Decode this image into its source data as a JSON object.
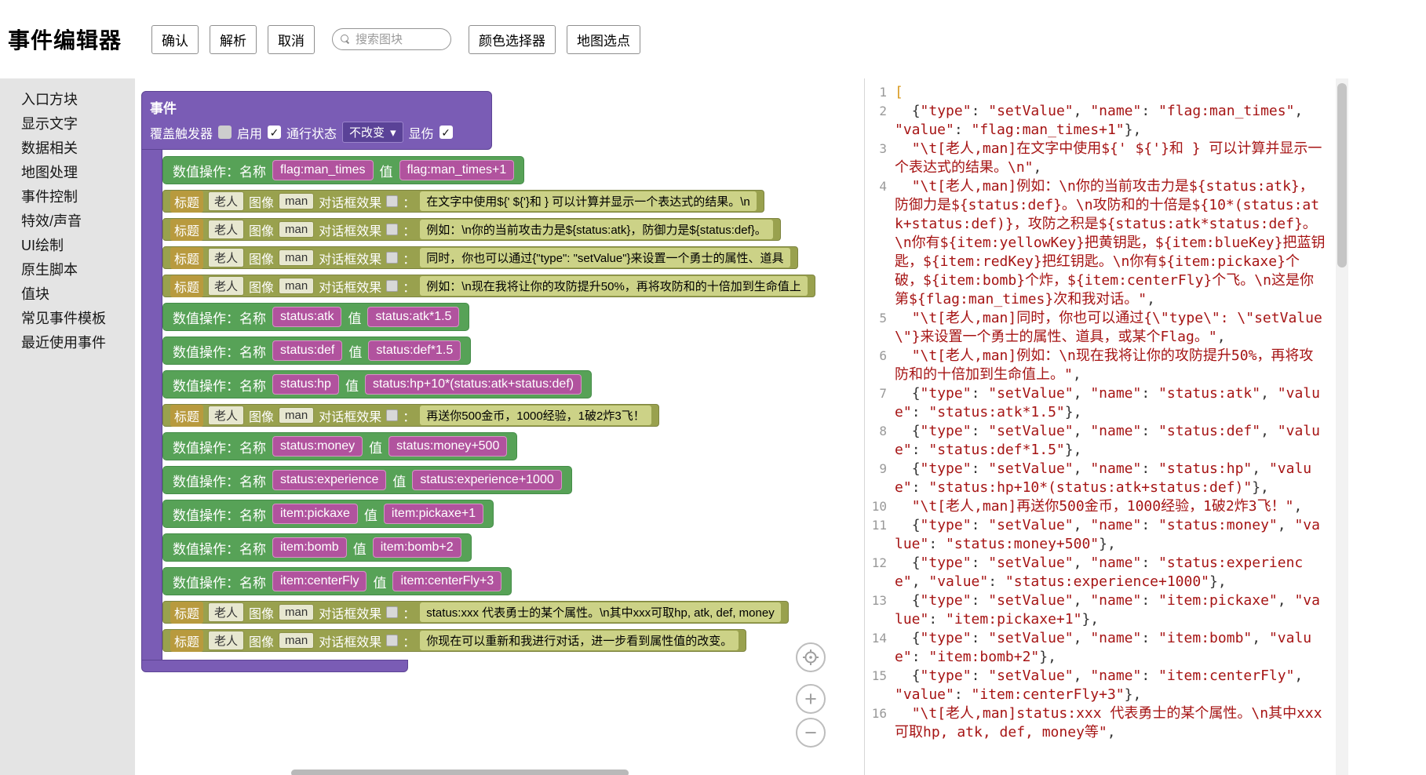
{
  "header": {
    "title": "事件编辑器",
    "confirm": "确认",
    "parse": "解析",
    "cancel": "取消",
    "search_placeholder": "搜索图块",
    "color_picker": "颜色选择器",
    "map_pick": "地图选点"
  },
  "icons": {
    "check": "✓",
    "dropdown_arrow": "▾",
    "plus": "+",
    "minus": "−"
  },
  "sidebar": {
    "items": [
      "入口方块",
      "显示文字",
      "数据相关",
      "地图处理",
      "事件控制",
      "特效/声音",
      "UI绘制",
      "原生脚本",
      "值块",
      "常见事件模板",
      "最近使用事件"
    ]
  },
  "workspace": {
    "event_block": {
      "title": "事件",
      "override_trigger_label": "覆盖触发器",
      "enabled_label": "启用",
      "pass_state_label": "通行状态",
      "pass_state_value": "不改变",
      "display_damage_label": "显伤"
    },
    "labels": {
      "setvalue": "数值操作：名称",
      "value": "值",
      "title": "标题",
      "image": "图像",
      "dialog_effect": "对话框效果",
      "colon": "："
    },
    "blocks": [
      {
        "kind": "setValue",
        "name": "flag:man_times",
        "value": "flag:man_times+1"
      },
      {
        "kind": "dialogue",
        "title": "老人",
        "image": "man",
        "text": "在文字中使用${' ${'}和 } 可以计算并显示一个表达式的结果。\\n"
      },
      {
        "kind": "dialogue",
        "title": "老人",
        "image": "man",
        "text": "例如：\\n你的当前攻击力是${status:atk}，防御力是${status:def}。"
      },
      {
        "kind": "dialogue",
        "title": "老人",
        "image": "man",
        "text": "同时，你也可以通过{\"type\": \"setValue\"}来设置一个勇士的属性、道具"
      },
      {
        "kind": "dialogue",
        "title": "老人",
        "image": "man",
        "text": "例如：\\n现在我将让你的攻防提升50%，再将攻防和的十倍加到生命值上"
      },
      {
        "kind": "setValue",
        "name": "status:atk",
        "value": "status:atk*1.5"
      },
      {
        "kind": "setValue",
        "name": "status:def",
        "value": "status:def*1.5"
      },
      {
        "kind": "setValue",
        "name": "status:hp",
        "value": "status:hp+10*(status:atk+status:def)"
      },
      {
        "kind": "dialogue",
        "title": "老人",
        "image": "man",
        "text": "再送你500金币，1000经验，1破2炸3飞！"
      },
      {
        "kind": "setValue",
        "name": "status:money",
        "value": "status:money+500"
      },
      {
        "kind": "setValue",
        "name": "status:experience",
        "value": "status:experience+1000"
      },
      {
        "kind": "setValue",
        "name": "item:pickaxe",
        "value": "item:pickaxe+1"
      },
      {
        "kind": "setValue",
        "name": "item:bomb",
        "value": "item:bomb+2"
      },
      {
        "kind": "setValue",
        "name": "item:centerFly",
        "value": "item:centerFly+3"
      },
      {
        "kind": "dialogue",
        "title": "老人",
        "image": "man",
        "text": "status:xxx 代表勇士的某个属性。\\n其中xxx可取hp, atk, def, money"
      },
      {
        "kind": "dialogue",
        "title": "老人",
        "image": "man",
        "text": "你现在可以重新和我进行对话，进一步看到属性值的改变。"
      }
    ]
  },
  "code": {
    "lines": [
      {
        "num": 1,
        "text": "["
      },
      {
        "num": 2,
        "text": "  {\"type\": \"setValue\", \"name\": \"flag:man_times\", \"value\": \"flag:man_times+1\"},"
      },
      {
        "num": 3,
        "text": "  \"\\t[老人,man]在文字中使用${' ${'}和 } 可以计算并显示一个表达式的结果。\\n\","
      },
      {
        "num": 4,
        "text": "  \"\\t[老人,man]例如：\\n你的当前攻击力是${status:atk}，防御力是${status:def}。\\n攻防和的十倍是${10*(status:atk+status:def)}，攻防之积是${status:atk*status:def}。\\n你有${item:yellowKey}把黄钥匙，${item:blueKey}把蓝钥匙，${item:redKey}把红钥匙。\\n你有${item:pickaxe}个破，${item:bomb}个炸，${item:centerFly}个飞。\\n这是你第${flag:man_times}次和我对话。\","
      },
      {
        "num": 5,
        "text": "  \"\\t[老人,man]同时，你也可以通过{\\\"type\\\": \\\"setValue\\\"}来设置一个勇士的属性、道具，或某个Flag。\","
      },
      {
        "num": 6,
        "text": "  \"\\t[老人,man]例如：\\n现在我将让你的攻防提升50%，再将攻防和的十倍加到生命值上。\","
      },
      {
        "num": 7,
        "text": "  {\"type\": \"setValue\", \"name\": \"status:atk\", \"value\": \"status:atk*1.5\"},"
      },
      {
        "num": 8,
        "text": "  {\"type\": \"setValue\", \"name\": \"status:def\", \"value\": \"status:def*1.5\"},"
      },
      {
        "num": 9,
        "text": "  {\"type\": \"setValue\", \"name\": \"status:hp\", \"value\": \"status:hp+10*(status:atk+status:def)\"},"
      },
      {
        "num": 10,
        "text": "  \"\\t[老人,man]再送你500金币，1000经验，1破2炸3飞！\","
      },
      {
        "num": 11,
        "text": "  {\"type\": \"setValue\", \"name\": \"status:money\", \"value\": \"status:money+500\"},"
      },
      {
        "num": 12,
        "text": "  {\"type\": \"setValue\", \"name\": \"status:experience\", \"value\": \"status:experience+1000\"},"
      },
      {
        "num": 13,
        "text": "  {\"type\": \"setValue\", \"name\": \"item:pickaxe\", \"value\": \"item:pickaxe+1\"},"
      },
      {
        "num": 14,
        "text": "  {\"type\": \"setValue\", \"name\": \"item:bomb\", \"value\": \"item:bomb+2\"},"
      },
      {
        "num": 15,
        "text": "  {\"type\": \"setValue\", \"name\": \"item:centerFly\", \"value\": \"item:centerFly+3\"},"
      },
      {
        "num": 16,
        "text": "  \"\\t[老人,man]status:xxx 代表勇士的某个属性。\\n其中xxx可取hp, atk, def, money等\","
      }
    ]
  }
}
